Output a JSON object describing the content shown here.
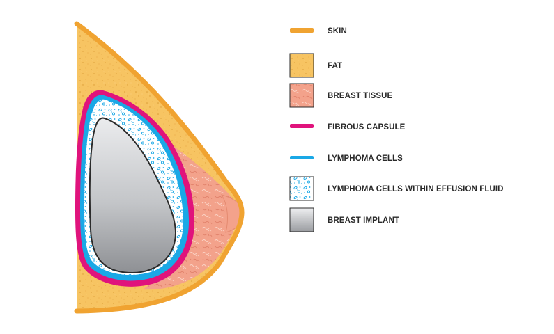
{
  "legend": [
    {
      "label": "SKIN",
      "swatch": "line",
      "color": "#f0a331"
    },
    {
      "label": "FAT",
      "swatch": "fat-pattern",
      "color": "#f7c462"
    },
    {
      "label": "BREAST TISSUE",
      "swatch": "tissue-pattern",
      "color": "#f3a28b"
    },
    {
      "label": "FIBROUS CAPSULE",
      "swatch": "line",
      "color": "#e0137c"
    },
    {
      "label": "LYMPHOMA CELLS",
      "swatch": "line",
      "color": "#1aa8e6"
    },
    {
      "label": "LYMPHOMA CELLS WITHIN EFFUSION FLUID",
      "swatch": "cells-pattern",
      "color": "#1aa8e6"
    },
    {
      "label": "BREAST IMPLANT",
      "swatch": "implant-gradient",
      "color": "#b9bbbe"
    }
  ],
  "colors": {
    "skin": "#f0a331",
    "fat": "#f7c462",
    "breast_tissue": "#f3a28b",
    "fibrous_capsule": "#e0137c",
    "lymphoma_cells": "#1aa8e6",
    "effusion_fluid": "#ffffff",
    "implant_light": "#ebecee",
    "implant_dark": "#8e9094",
    "outline": "#2b2b2b"
  }
}
